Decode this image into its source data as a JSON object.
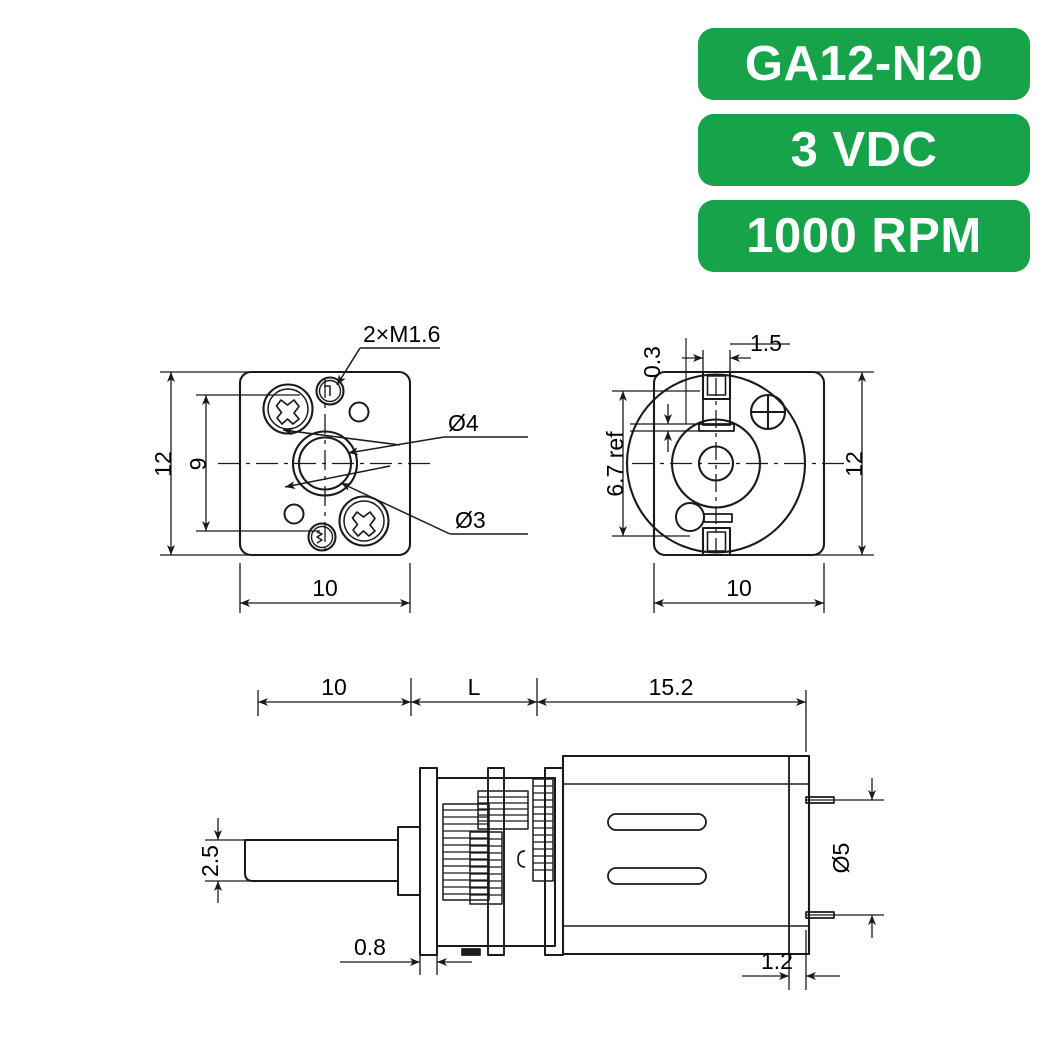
{
  "badges": [
    {
      "id": "model",
      "label": "GA12-N20"
    },
    {
      "id": "voltage",
      "label": "3 VDC"
    },
    {
      "id": "speed",
      "label": "1000 RPM"
    }
  ],
  "colors": {
    "badge_bg": "#16a34a",
    "badge_text": "#ffffff",
    "line": "#1a1a1a",
    "page_bg": "#ffffff"
  },
  "views": {
    "front": {
      "name": "front-view",
      "dims": [
        {
          "id": "height-overall",
          "value": "12"
        },
        {
          "id": "height-screw-pitch",
          "value": "9"
        },
        {
          "id": "width-overall",
          "value": "10"
        }
      ],
      "labels": [
        {
          "id": "thread-callout",
          "value": "2×M1.6"
        },
        {
          "id": "bore-outer",
          "value": "Ø4"
        },
        {
          "id": "bore-inner",
          "value": "Ø3"
        }
      ]
    },
    "rear": {
      "name": "rear-view",
      "dims": [
        {
          "id": "tab-thickness",
          "value": "0.3"
        },
        {
          "id": "tab-width",
          "value": "1.5"
        },
        {
          "id": "tab-span-ref",
          "value": "6.7 ref"
        },
        {
          "id": "height-overall",
          "value": "12"
        },
        {
          "id": "width-overall",
          "value": "10"
        }
      ]
    },
    "side": {
      "name": "side-view",
      "dims": [
        {
          "id": "shaft-length",
          "value": "10"
        },
        {
          "id": "gearbox-length",
          "value": "L"
        },
        {
          "id": "motor-length",
          "value": "15.2"
        },
        {
          "id": "shaft-diameter",
          "value": "2.5"
        },
        {
          "id": "flange-thickness",
          "value": "0.8"
        },
        {
          "id": "terminal-offset",
          "value": "1.2"
        },
        {
          "id": "terminal-spacing",
          "value": "Ø5"
        }
      ]
    }
  }
}
